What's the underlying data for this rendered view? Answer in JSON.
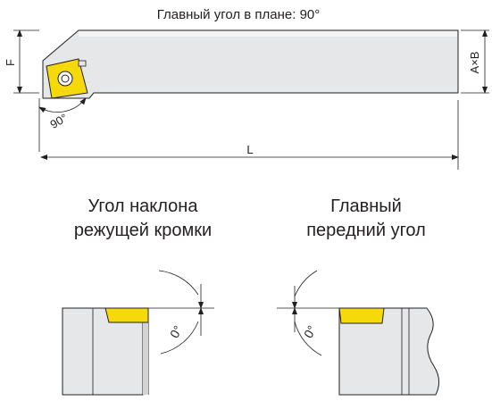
{
  "title": "Главный угол в плане: 90°",
  "dims": {
    "f": "F",
    "axb": "A×B",
    "l": "L",
    "plan_angle": "90°"
  },
  "left_caption": {
    "line1": "Угол наклона",
    "line2": "режущей кромки",
    "angle": "0°"
  },
  "right_caption": {
    "line1": "Главный",
    "line2": "передний угол",
    "angle": "0°"
  },
  "colors": {
    "insert": "#f5d90a",
    "holder": "#e6e7e8",
    "line": "#231f20"
  }
}
